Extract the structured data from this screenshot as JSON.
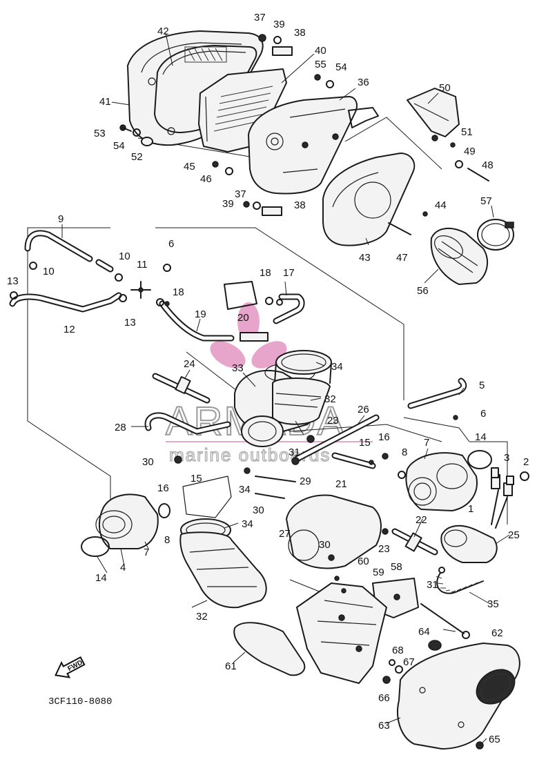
{
  "drawing_code": "3CF110-8080",
  "front_arrow_label": "FWD",
  "watermark": {
    "brand": "ARMADA",
    "tagline": "marine outboards"
  },
  "callouts": [
    {
      "id": "c1",
      "label": "1"
    },
    {
      "id": "c2",
      "label": "2"
    },
    {
      "id": "c3",
      "label": "3"
    },
    {
      "id": "c4",
      "label": "4"
    },
    {
      "id": "c5",
      "label": "5"
    },
    {
      "id": "c6a",
      "label": "6"
    },
    {
      "id": "c6b",
      "label": "6"
    },
    {
      "id": "c7a",
      "label": "7"
    },
    {
      "id": "c7b",
      "label": "7"
    },
    {
      "id": "c8a",
      "label": "8"
    },
    {
      "id": "c8b",
      "label": "8"
    },
    {
      "id": "c9",
      "label": "9"
    },
    {
      "id": "c10a",
      "label": "10"
    },
    {
      "id": "c10b",
      "label": "10"
    },
    {
      "id": "c11",
      "label": "11"
    },
    {
      "id": "c12",
      "label": "12"
    },
    {
      "id": "c13a",
      "label": "13"
    },
    {
      "id": "c13b",
      "label": "13"
    },
    {
      "id": "c14a",
      "label": "14"
    },
    {
      "id": "c14b",
      "label": "14"
    },
    {
      "id": "c15a",
      "label": "15"
    },
    {
      "id": "c15b",
      "label": "15"
    },
    {
      "id": "c16a",
      "label": "16"
    },
    {
      "id": "c16b",
      "label": "16"
    },
    {
      "id": "c17",
      "label": "17"
    },
    {
      "id": "c18a",
      "label": "18"
    },
    {
      "id": "c18b",
      "label": "18"
    },
    {
      "id": "c19",
      "label": "19"
    },
    {
      "id": "c20",
      "label": "20"
    },
    {
      "id": "c21",
      "label": "21"
    },
    {
      "id": "c22",
      "label": "22"
    },
    {
      "id": "c23a",
      "label": "23"
    },
    {
      "id": "c23b",
      "label": "23"
    },
    {
      "id": "c24",
      "label": "24"
    },
    {
      "id": "c25",
      "label": "25"
    },
    {
      "id": "c26",
      "label": "26"
    },
    {
      "id": "c27",
      "label": "27"
    },
    {
      "id": "c28",
      "label": "28"
    },
    {
      "id": "c29",
      "label": "29"
    },
    {
      "id": "c30a",
      "label": "30"
    },
    {
      "id": "c30b",
      "label": "30"
    },
    {
      "id": "c30c",
      "label": "30"
    },
    {
      "id": "c31a",
      "label": "31"
    },
    {
      "id": "c31b",
      "label": "31"
    },
    {
      "id": "c32a",
      "label": "32"
    },
    {
      "id": "c32b",
      "label": "32"
    },
    {
      "id": "c33",
      "label": "33"
    },
    {
      "id": "c34a",
      "label": "34"
    },
    {
      "id": "c34b",
      "label": "34"
    },
    {
      "id": "c34c",
      "label": "34"
    },
    {
      "id": "c35",
      "label": "35"
    },
    {
      "id": "c36",
      "label": "36"
    },
    {
      "id": "c37a",
      "label": "37"
    },
    {
      "id": "c37b",
      "label": "37"
    },
    {
      "id": "c38a",
      "label": "38"
    },
    {
      "id": "c38b",
      "label": "38"
    },
    {
      "id": "c39a",
      "label": "39"
    },
    {
      "id": "c39b",
      "label": "39"
    },
    {
      "id": "c40",
      "label": "40"
    },
    {
      "id": "c41",
      "label": "41"
    },
    {
      "id": "c42",
      "label": "42"
    },
    {
      "id": "c43",
      "label": "43"
    },
    {
      "id": "c44",
      "label": "44"
    },
    {
      "id": "c45",
      "label": "45"
    },
    {
      "id": "c46",
      "label": "46"
    },
    {
      "id": "c47",
      "label": "47"
    },
    {
      "id": "c48",
      "label": "48"
    },
    {
      "id": "c49",
      "label": "49"
    },
    {
      "id": "c50",
      "label": "50"
    },
    {
      "id": "c51",
      "label": "51"
    },
    {
      "id": "c52",
      "label": "52"
    },
    {
      "id": "c53",
      "label": "53"
    },
    {
      "id": "c54a",
      "label": "54"
    },
    {
      "id": "c54b",
      "label": "54"
    },
    {
      "id": "c55",
      "label": "55"
    },
    {
      "id": "c56",
      "label": "56"
    },
    {
      "id": "c57",
      "label": "57"
    },
    {
      "id": "c58",
      "label": "58"
    },
    {
      "id": "c59",
      "label": "59"
    },
    {
      "id": "c60",
      "label": "60"
    },
    {
      "id": "c61",
      "label": "61"
    },
    {
      "id": "c62",
      "label": "62"
    },
    {
      "id": "c63",
      "label": "63"
    },
    {
      "id": "c64",
      "label": "64"
    },
    {
      "id": "c65",
      "label": "65"
    },
    {
      "id": "c66",
      "label": "66"
    },
    {
      "id": "c67",
      "label": "67"
    },
    {
      "id": "c68",
      "label": "68"
    }
  ]
}
